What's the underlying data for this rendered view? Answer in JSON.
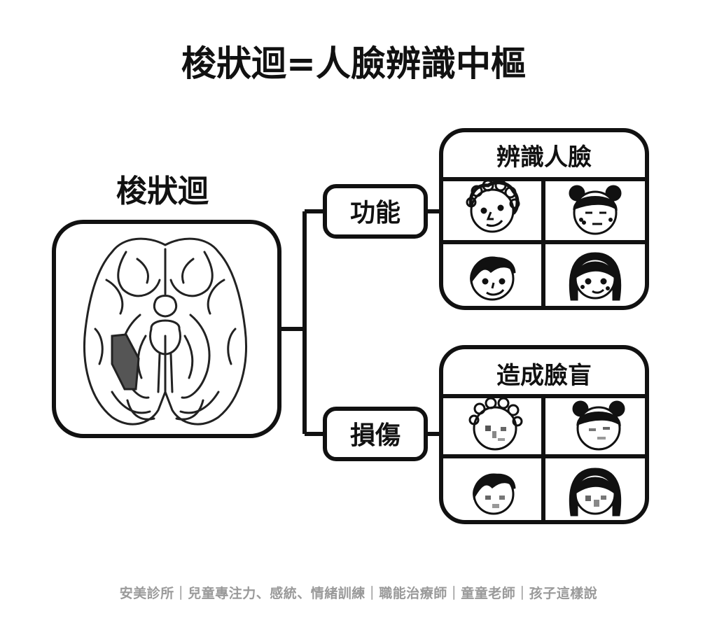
{
  "title": "梭狀迴=人臉辨識中樞",
  "brain_label": "梭狀迴",
  "branches": [
    {
      "label": "功能",
      "panel_title": "辨識人臉",
      "faces": [
        "curly-hair-boy-face",
        "bun-hair-girl-face",
        "short-hair-boy-face",
        "long-hair-girl-face"
      ],
      "blurred": false
    },
    {
      "label": "損傷",
      "panel_title": "造成臉盲",
      "faces": [
        "curly-hair-boy-face",
        "bun-hair-girl-face",
        "short-hair-boy-face",
        "long-hair-girl-face"
      ],
      "blurred": true
    }
  ],
  "footer": "安美診所｜兒童專注力、感統、情緒訓練｜職能治療師｜童童老師｜孩子這樣說",
  "colors": {
    "stroke": "#111111",
    "highlight": "#555555",
    "footer": "#9a9a9a"
  }
}
